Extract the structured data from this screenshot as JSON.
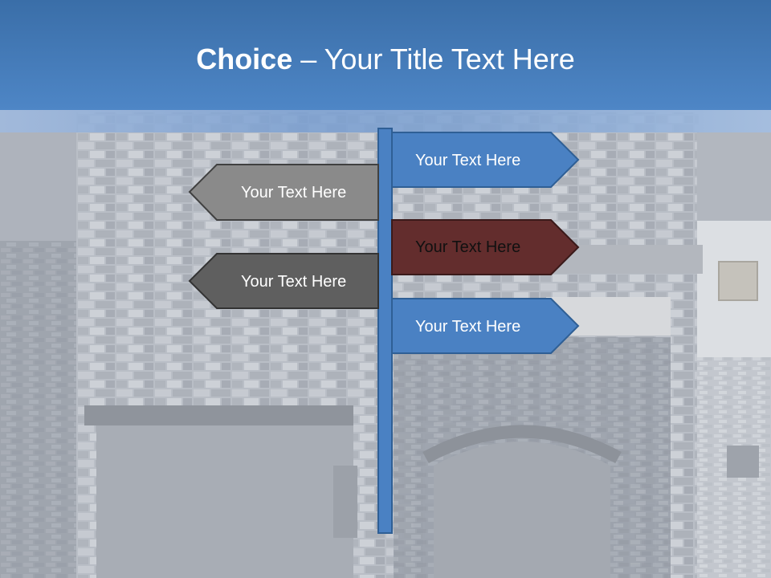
{
  "slide": {
    "title_bold": "Choice",
    "title_rest": " – Your Title Text Here"
  },
  "signs": [
    {
      "label": "Your Text Here",
      "color": "#4a81c3",
      "side": "right"
    },
    {
      "label": "Your Text Here",
      "color": "#8a8a8a",
      "side": "left"
    },
    {
      "label": "Your Text Here",
      "color": "#632d2d",
      "side": "right"
    },
    {
      "label": "Your Text Here",
      "color": "#5f5f5f",
      "side": "left"
    },
    {
      "label": "Your Text Here",
      "color": "#4a81c3",
      "side": "right"
    }
  ],
  "pole": {
    "color": "#4a81c3"
  },
  "header": {
    "color": "#4680c3"
  }
}
